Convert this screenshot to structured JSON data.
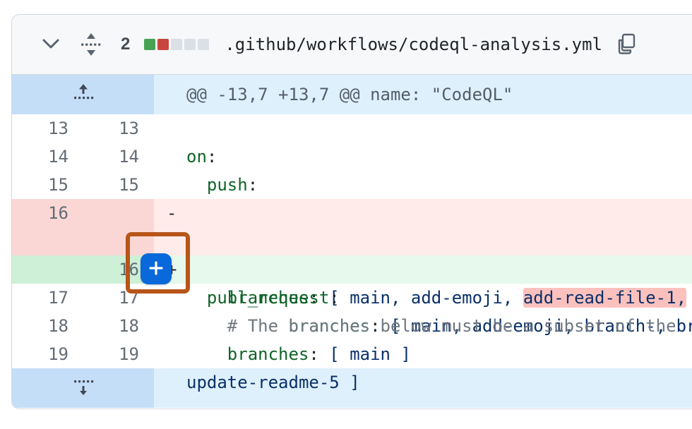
{
  "colors": {
    "accent_blue": "#0969da",
    "annotation_orange": "#b75519",
    "addition_square": "#46a355",
    "deletion_square": "#c7463f",
    "neutral_square": "#dbe0e6",
    "deleted_line_bg": "#ffebe9",
    "deleted_gutter_bg": "#fad7d5",
    "deleted_word_bg": "#fcc1bd",
    "added_line_bg": "#e7f8ec",
    "added_gutter_bg": "#cdf0d6",
    "hunk_bg": "#def0fc",
    "hunk_gutter_bg": "#c5def7"
  },
  "header": {
    "collapse_icon": "chevron-down-icon",
    "drag_icon": "drag-reorder-icon",
    "changes_count": "2",
    "diffstat": [
      "addition",
      "deletion",
      "neutral",
      "neutral",
      "neutral"
    ],
    "filename": ".github/workflows/codeql-analysis.yml",
    "copy_icon": "copy-icon"
  },
  "hunk": {
    "expand_icon": "expand-up-icon",
    "text": "@@ -13,7 +13,7 @@ name: \"CodeQL\""
  },
  "rows": [
    {
      "old": "13",
      "new": "13"
    },
    {
      "old": "14",
      "new": "14",
      "key": "on",
      "punct": ":"
    },
    {
      "old": "15",
      "new": "15",
      "key": "  push",
      "punct": ":"
    },
    {
      "old": "16",
      "new": "",
      "marker": "-",
      "key": "    branches",
      "punct": ": ",
      "value": "[ main, add-emoji, ",
      "removed_part": "add-read-file-1,",
      "wrap_value": "update-readme-5 ]"
    },
    {
      "old": "",
      "new": "16",
      "marker": "+",
      "key": "    branches",
      "punct": ": ",
      "value": "[ main, add-emoji, branch-, branch-"
    },
    {
      "old": "17",
      "new": "17",
      "key": "  pull_request",
      "punct": ":"
    },
    {
      "old": "18",
      "new": "18",
      "comment": "    # The branches below must be a subset of the"
    },
    {
      "old": "19",
      "new": "19",
      "key": "    branches",
      "punct": ": ",
      "value": "[ main ]"
    }
  ],
  "expander": {
    "icon": "expand-down-icon"
  },
  "annotation": {
    "plus_button": "add-comment"
  }
}
